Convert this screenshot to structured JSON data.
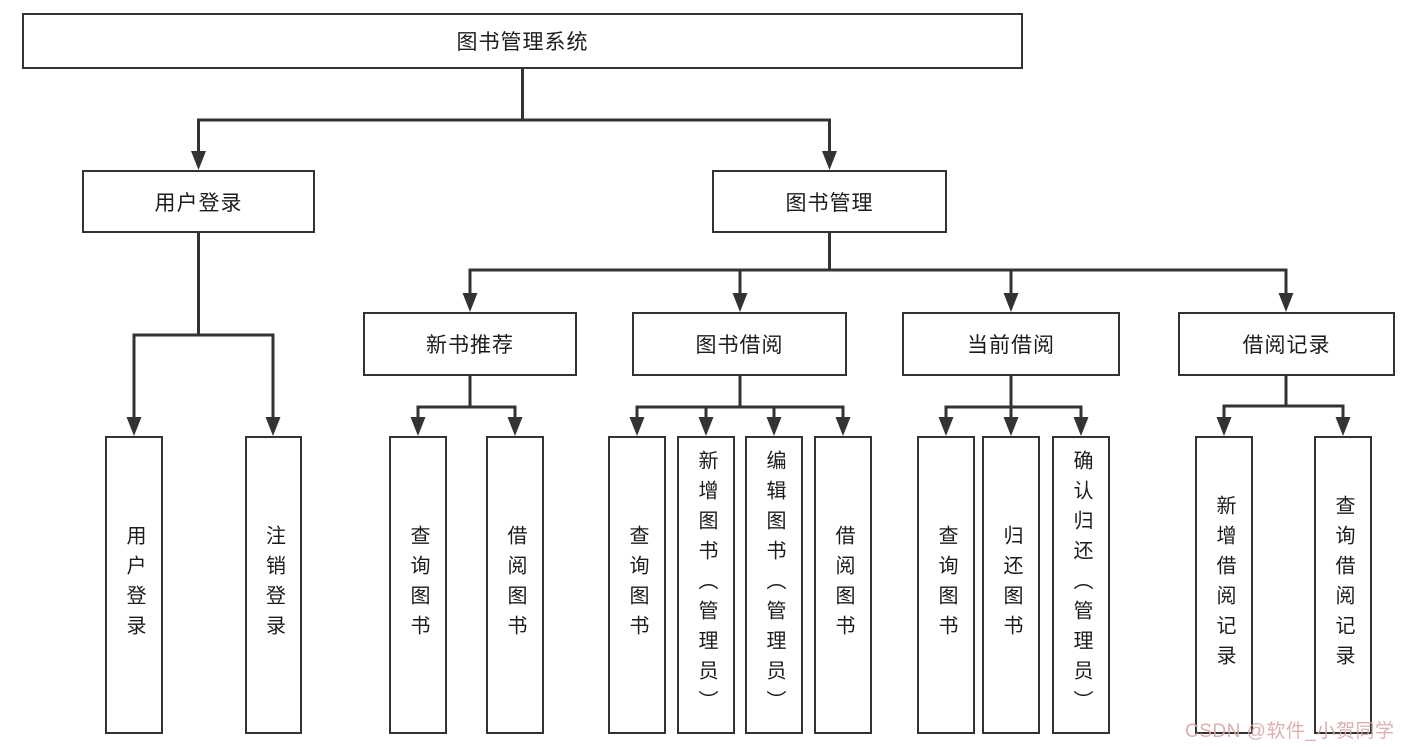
{
  "nodes": {
    "root": {
      "label": "图书管理系统"
    },
    "user_login": {
      "label": "用户登录"
    },
    "book_mgmt": {
      "label": "图书管理"
    },
    "new_book_rec": {
      "label": "新书推荐"
    },
    "book_borrow": {
      "label": "图书借阅"
    },
    "current_borrow": {
      "label": "当前借阅"
    },
    "borrow_record": {
      "label": "借阅记录"
    },
    "leaf_user_login": {
      "label": "用户登录"
    },
    "leaf_logout": {
      "label": "注销登录"
    },
    "leaf_nb_query": {
      "label": "查询图书"
    },
    "leaf_nb_borrow": {
      "label": "借阅图书"
    },
    "leaf_bb_query": {
      "label": "查询图书"
    },
    "leaf_bb_add": {
      "label": "新增图书（管理员）"
    },
    "leaf_bb_edit": {
      "label": "编辑图书（管理员）"
    },
    "leaf_bb_borrow": {
      "label": "借阅图书"
    },
    "leaf_cb_query": {
      "label": "查询图书"
    },
    "leaf_cb_return": {
      "label": "归还图书"
    },
    "leaf_cb_confirm": {
      "label": "确认归还（管理员）"
    },
    "leaf_br_add": {
      "label": "新增借阅记录"
    },
    "leaf_br_query": {
      "label": "查询借阅记录"
    }
  },
  "watermark": {
    "text": "CSDN @软件_小贺同学"
  },
  "colors": {
    "line": "#333333",
    "box_bg": "#ffffff",
    "watermark": "#d8a7a7"
  }
}
